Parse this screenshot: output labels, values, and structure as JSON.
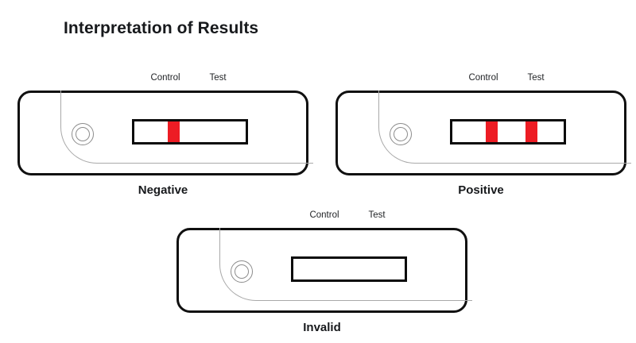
{
  "page": {
    "title": "Interpretation of Results",
    "background_color": "#ffffff",
    "text_color": "#17191c"
  },
  "colors": {
    "band_red": "#ed1c24",
    "cassette_outline": "#101010",
    "window_outline": "#0b0b0b",
    "contour_gray": "#a9a9a9",
    "well_gray": "#8c8c8c"
  },
  "strip_labels": {
    "control": "Control",
    "test": "Test"
  },
  "devices": [
    {
      "id": "negative",
      "caption": "Negative",
      "control_label": "Control",
      "test_label": "Test",
      "bands": [
        {
          "position": "control",
          "left_pct": 30,
          "color": "#ed1c24"
        }
      ]
    },
    {
      "id": "positive",
      "caption": "Positive",
      "control_label": "Control",
      "test_label": "Test",
      "bands": [
        {
          "position": "control",
          "left_pct": 30,
          "color": "#ed1c24"
        },
        {
          "position": "test",
          "left_pct": 66,
          "color": "#ed1c24"
        }
      ]
    },
    {
      "id": "invalid",
      "caption": "Invalid",
      "control_label": "Control",
      "test_label": "Test",
      "bands": []
    }
  ]
}
